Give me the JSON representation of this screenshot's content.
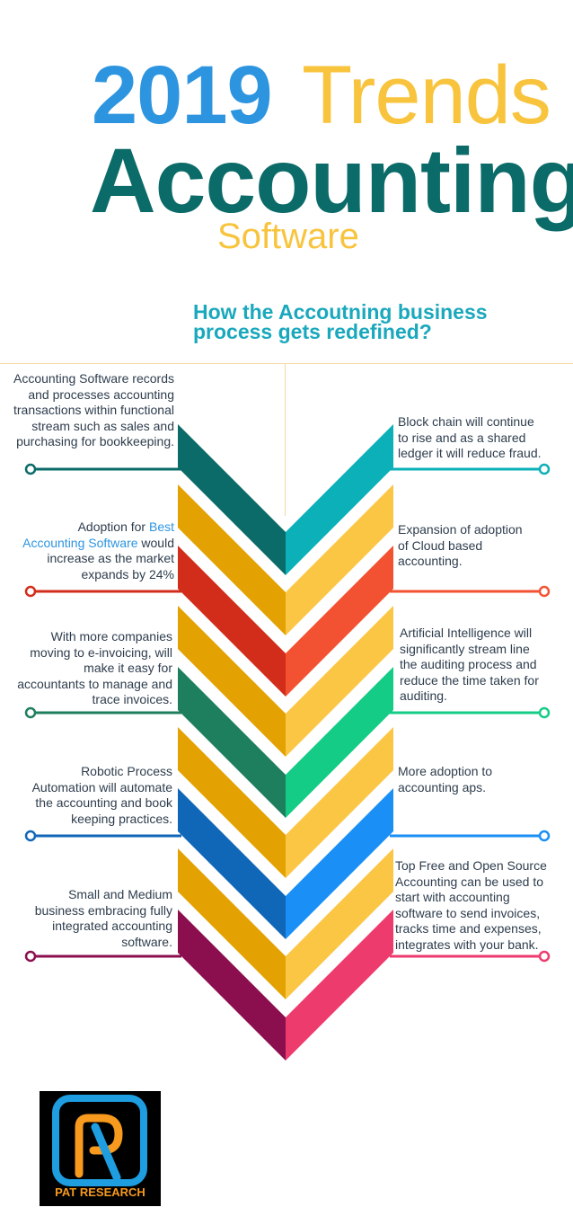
{
  "header": {
    "year": "2019",
    "trends": "Trends",
    "accounting": "Accounting",
    "software": "Software"
  },
  "subtitle": {
    "line1": "How the Accoutning business",
    "line2": "process gets redefined?"
  },
  "trends_left": [
    {
      "lines": [
        "Accounting Software records",
        "and processes accounting",
        "transactions within functional",
        "stream such as sales and",
        "purchasing for bookkeeping."
      ],
      "color": "#0b6b68"
    },
    {
      "line1": "Adoption for",
      "link1": "Best",
      "link2": "Accounting Software",
      "line2_tail": "would",
      "line3": "increase as the market",
      "line4": "expands by 24%",
      "color": "#d22d1a"
    },
    {
      "lines": [
        "With more companies",
        "moving to e-invoicing, will",
        "make it easy for",
        "accountants to manage and",
        "trace invoices."
      ],
      "color": "#1e7f5e"
    },
    {
      "lines": [
        "Robotic Process",
        "Automation will automate",
        "the accounting and book",
        "keeping practices."
      ],
      "color": "#1067b8"
    },
    {
      "lines": [
        "Small and Medium",
        "business embracing fully",
        "integrated accounting",
        "software."
      ],
      "color": "#8b0f4f"
    }
  ],
  "trends_right": [
    {
      "lines": [
        "Block chain will continue",
        "to rise and as a shared",
        "ledger it will reduce fraud."
      ],
      "color": "#0bb0b8"
    },
    {
      "lines": [
        "Expansion of adoption",
        "of Cloud based",
        "accounting."
      ],
      "color": "#f35232"
    },
    {
      "lines": [
        "Artificial Intelligence will",
        "significantly stream line",
        "the auditing process and",
        "reduce the time taken for",
        "auditing."
      ],
      "color": "#14cc86"
    },
    {
      "lines": [
        "More adoption to",
        "accounting aps."
      ],
      "color": "#1a8ff5"
    },
    {
      "lines": [
        "Top Free and Open Source",
        "Accounting can be used to",
        "start with accounting",
        "software to send invoices,",
        "tracks time and expenses,",
        "integrates with your bank."
      ],
      "color": "#ee3b6d"
    }
  ],
  "chevron_colors": {
    "yellow": "#fcc645",
    "gold": "#e3a202"
  },
  "logo": {
    "text": "PAT RESEARCH",
    "letters": "PR"
  }
}
